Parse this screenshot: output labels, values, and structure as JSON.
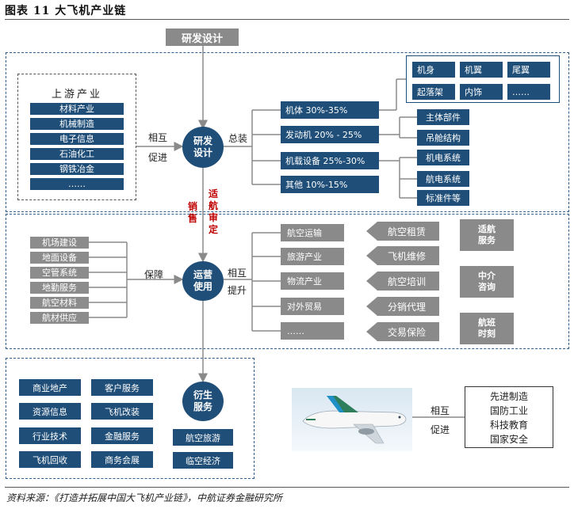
{
  "title": "图表 11 大飞机产业链",
  "top_box": "研发设计",
  "upstream": {
    "heading": "上游产业",
    "items": [
      "材料产业",
      "机械制造",
      "电子信息",
      "石油化工",
      "钢铁冶金",
      "……"
    ]
  },
  "mutual_promote_left": {
    "line1": "相互",
    "line2": "促进"
  },
  "rd_circle": {
    "line1": "研发",
    "line2": "设计"
  },
  "assembly_label": "总装",
  "components": [
    "机体 30%-35%",
    "发动机 20% - 25%",
    "机载设备 25%-30%",
    "其他 10%-15%"
  ],
  "airframe_parts": [
    "机身",
    "机翼",
    "尾翼",
    "起落架",
    "内饰",
    "……"
  ],
  "engine_parts": [
    "主体部件",
    "吊舱结构"
  ],
  "equipment_parts": [
    "机电系统",
    "航电系统",
    "标准件等"
  ],
  "vertical_left": "销售",
  "vertical_right": "适航审定",
  "ops_items": [
    "机场建设",
    "地面设备",
    "空管系统",
    "地勤服务",
    "航空材料",
    "航材供应"
  ],
  "guarantee_label": "保障",
  "ops_circle": {
    "line1": "运营",
    "line2": "使用"
  },
  "mutual_improve": {
    "line1": "相互",
    "line2": "提升"
  },
  "ops_right_items": [
    "航空运输",
    "旅游产业",
    "物流产业",
    "对外贸易",
    "……"
  ],
  "ops_arrows": [
    "航空租赁",
    "飞机维修",
    "航空培训",
    "分销代理",
    "交易保险"
  ],
  "ops_squares": [
    {
      "line1": "适航",
      "line2": "服务"
    },
    {
      "line1": "中介",
      "line2": "咨询"
    },
    {
      "line1": "航班",
      "line2": "时刻"
    }
  ],
  "derivative_items": [
    "商业地产",
    "客户服务",
    "资源信息",
    "飞机改装",
    "行业技术",
    "金融服务",
    "飞机回收",
    "商务会展"
  ],
  "derivative_circle": {
    "line1": "衍生",
    "line2": "服务"
  },
  "derivative_right": [
    "航空旅游",
    "临空经济"
  ],
  "mutual_promote_right": {
    "line1": "相互",
    "line2": "促进"
  },
  "strategic": [
    "先进制造",
    "国防工业",
    "科技教育",
    "国家安全"
  ],
  "source": "资料来源：《打造并拓展中国大飞机产业链》，中航证券金融研究所",
  "colors": {
    "navy": "#1f4e78",
    "grey": "#8a8a8a",
    "red": "#c00000",
    "dashed": "#2f5c8a"
  }
}
